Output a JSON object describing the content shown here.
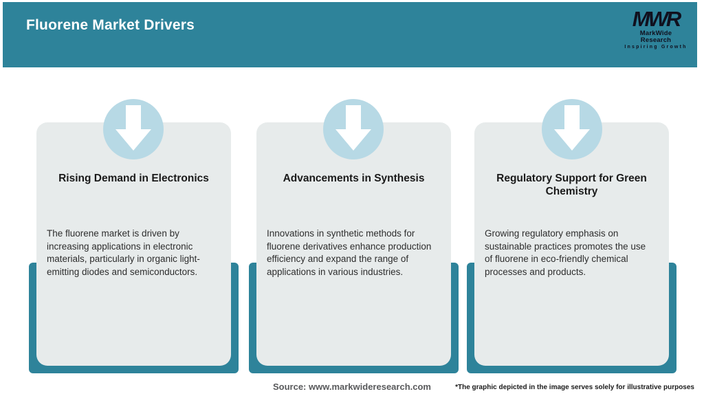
{
  "header": {
    "title": "Fluorene Market Drivers"
  },
  "logo": {
    "monogram": "MWR",
    "name": "MarkWide Research",
    "tagline": "Inspiring Growth"
  },
  "cards": [
    {
      "title": "Rising Demand in Electronics",
      "body": "The fluorene market is driven by\nincreasing applications in electronic\nmaterials, particularly in organic light-\nemitting diodes and semiconductors."
    },
    {
      "title": "Advancements in Synthesis",
      "body": "Innovations in synthetic methods for\nfluorene derivatives enhance production\nefficiency and expand the range of\napplications in various industries."
    },
    {
      "title": "Regulatory Support for Green\nChemistry",
      "body": "Growing regulatory emphasis on\nsustainable practices promotes the use\nof fluorene in eco-friendly chemical\nprocesses and products."
    }
  ],
  "footer": {
    "source": "Source: www.markwideresearch.com",
    "disclaimer": "*The graphic depicted in the image serves solely for illustrative purposes"
  },
  "colors": {
    "teal": "#2E839A",
    "card_bg": "#E7EBEB",
    "circle_blue": "#B7D9E5",
    "arrow": "#FFFFFF",
    "header_text": "#FFFFFF",
    "source_text": "#58595B"
  }
}
